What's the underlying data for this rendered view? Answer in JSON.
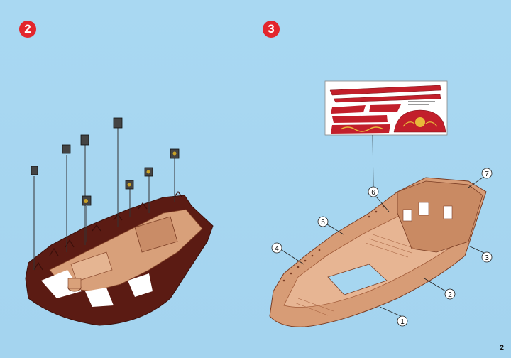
{
  "steps": {
    "left": "2",
    "right": "3"
  },
  "page_number": "2",
  "callouts": [
    "1",
    "2",
    "3",
    "4",
    "5",
    "6",
    "7"
  ],
  "colors": {
    "background": "#a6d6f0",
    "step_badge": "#e3262d",
    "hull_dark": "#5e1d14",
    "hull_tan": "#d9a17a",
    "sticker_red": "#c21f2b"
  }
}
